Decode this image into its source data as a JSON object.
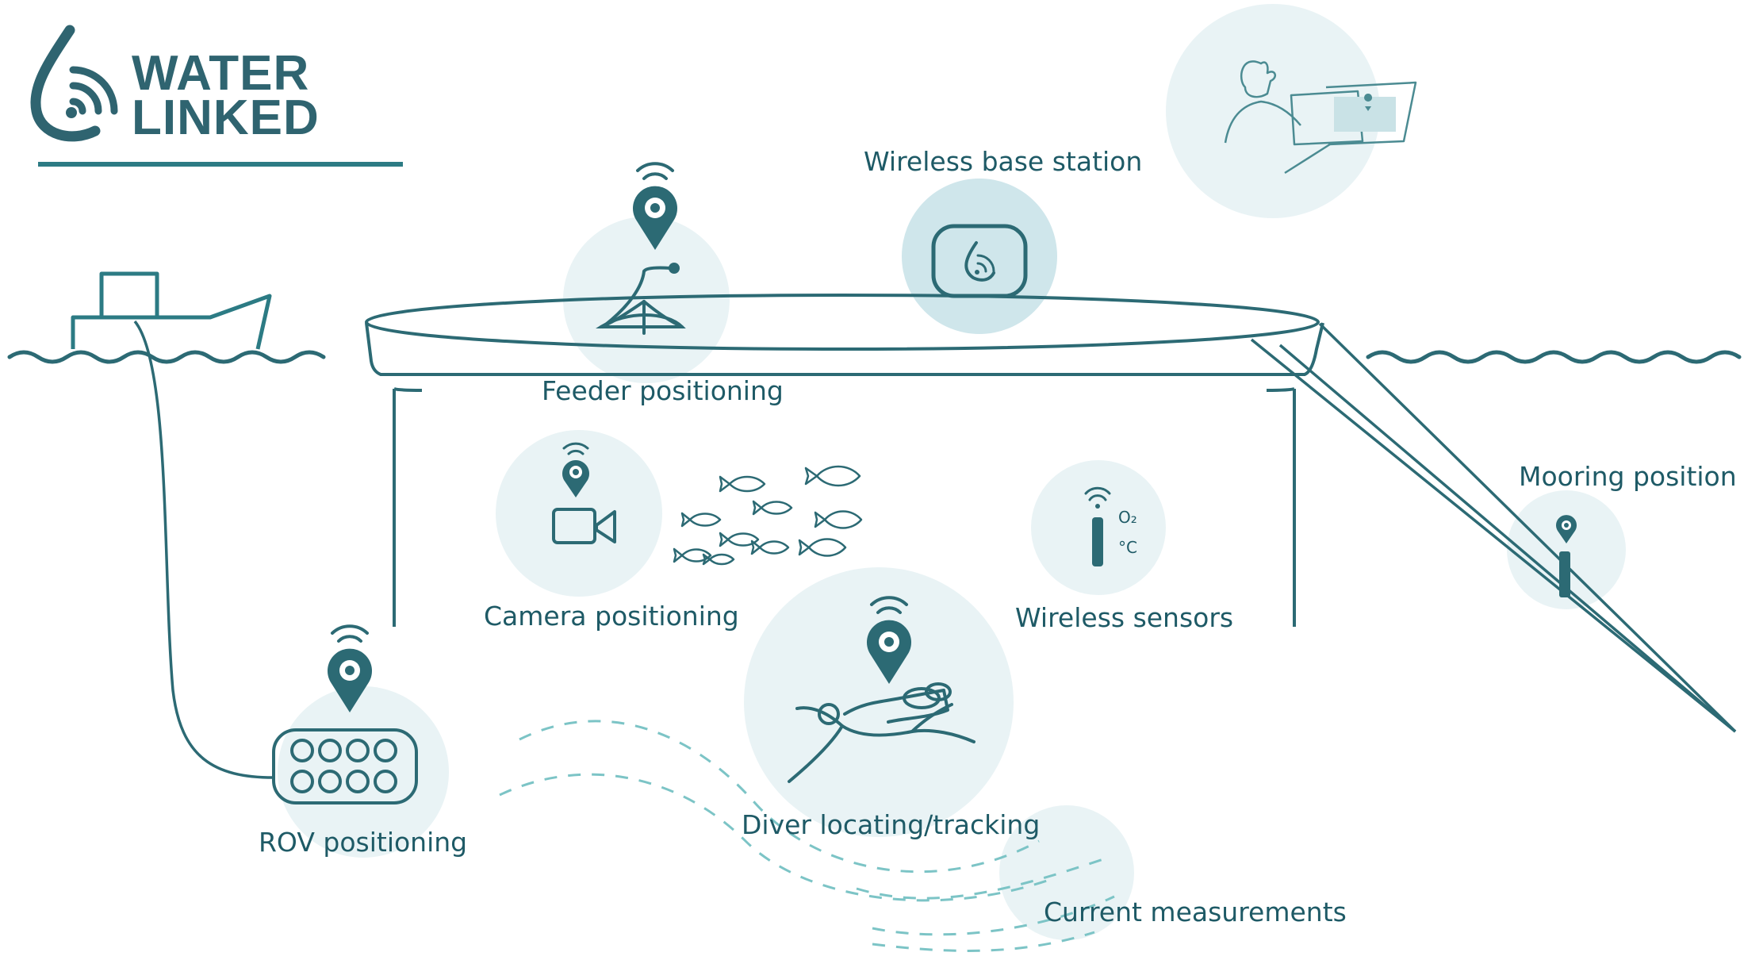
{
  "logo": {
    "line1": "WATER",
    "line2": "LINKED"
  },
  "labels": {
    "wireless_base_station": "Wireless base station",
    "feeder_positioning": "Feeder positioning",
    "camera_positioning": "Camera positioning",
    "wireless_sensors": "Wireless sensors",
    "mooring_position": "Mooring position",
    "rov_positioning": "ROV positioning",
    "diver_tracking": "Diver locating/tracking",
    "current_measurements": "Current measurements"
  },
  "sensor_marks": {
    "oxygen": "O₂",
    "temperature": "°C"
  },
  "colors": {
    "primary": "#2c6a74",
    "teal": "#3a8f94",
    "light_circle": "#e6f1f3",
    "mid_circle": "#cde5ea",
    "dashed": "#7cc4c6"
  }
}
